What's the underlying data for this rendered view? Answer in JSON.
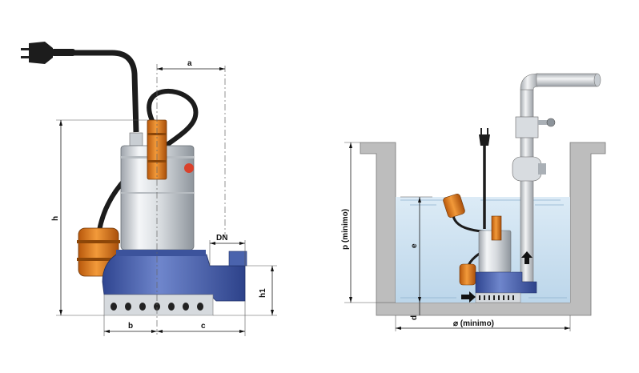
{
  "left_view": {
    "dim_a": "a",
    "dim_h": "h",
    "dim_dn": "DN",
    "dim_h1": "h1",
    "dim_b": "b",
    "dim_c": "c"
  },
  "right_view": {
    "dim_p": "p  (minimo)",
    "dim_e": "e",
    "dim_d": "d",
    "dim_width": "⌀  (minimo)"
  },
  "colors": {
    "pump_base_blue": "#4a63ad",
    "float_orange": "#e07a18",
    "steel": "#d9dde2",
    "water": "#cfe3f2",
    "wall": "#bdbdbd",
    "cable": "#1c1c1c"
  }
}
